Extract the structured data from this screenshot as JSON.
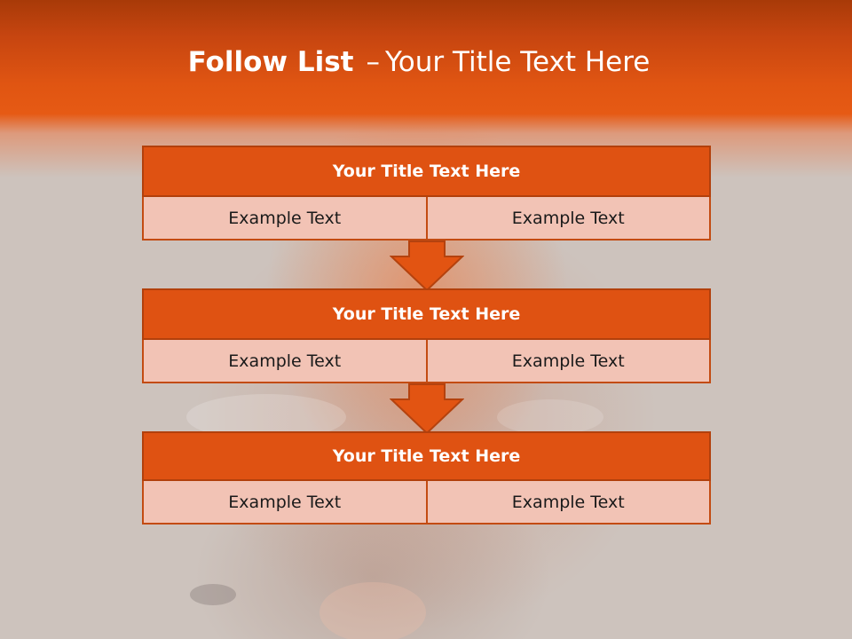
{
  "slide": {
    "title_bold": "Follow List",
    "title_separator": "–",
    "title_rest": "Your Title Text Here"
  },
  "steps": [
    {
      "title": "Your Title Text Here",
      "left": "Example Text",
      "right": "Example Text"
    },
    {
      "title": "Your Title Text Here",
      "left": "Example Text",
      "right": "Example Text"
    },
    {
      "title": "Your Title Text Here",
      "left": "Example Text",
      "right": "Example Text"
    }
  ],
  "colors": {
    "header_fill": "#df5212",
    "cell_fill": "#f2c3b5",
    "arrow_fill": "#e25412",
    "title_band": "#e65a14"
  }
}
